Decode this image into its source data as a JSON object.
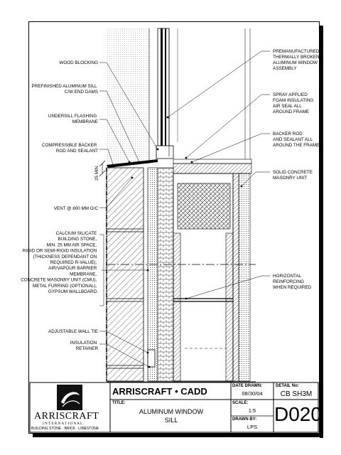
{
  "labels": {
    "left": [
      {
        "lines": [
          "WOOD BLOCKING"
        ]
      },
      {
        "lines": [
          "PREFINISHED ALUMINUM SILL",
          "C/W END DAMS"
        ]
      },
      {
        "lines": [
          "UNDERSILL FLASHING",
          "MEMBRANE"
        ]
      },
      {
        "lines": [
          "COMPRESSIBLE BACKER",
          "ROD AND SEALANT"
        ]
      },
      {
        "lines": [
          "VENT @ 800 MM O/C"
        ]
      },
      {
        "lines": [
          "CALCIUM SILICATE",
          "BUILDING STONE,",
          "MIN. 25 MM AIR SPACE,",
          "RIGID OR SEMI-RIGID INSULATION",
          "(THICKNESS DEPENDANT ON",
          "REQUIRED R-VALUE),",
          "AIR/VAPOUR BARRIER",
          "MEMBRANE,",
          "CONCRETE MASONRY UNIT (CMU),",
          "METAL FURRING (OPTIONAL),",
          "GYPSUM WALLBOARD."
        ]
      },
      {
        "lines": [
          "ADJUSTABLE WALL TIE"
        ]
      },
      {
        "lines": [
          "INSULATION",
          "RETAINER"
        ]
      }
    ],
    "right": [
      {
        "lines": [
          "PREMANUFACTURED",
          "THERMALLY BROKEN",
          "ALUMINUM WINDOW",
          "ASSEMBLY"
        ]
      },
      {
        "lines": [
          "SPRAY APPLIED",
          "FOAM INSULATING",
          "AIR SEAL ALL",
          "AROUND FRAME"
        ]
      },
      {
        "lines": [
          "BACKER ROD",
          "AND SEALANT ALL",
          "AROUND THE FRAME"
        ]
      },
      {
        "lines": [
          "SOLID CONCRETE",
          "MASONRY UNIT"
        ]
      },
      {
        "lines": [
          "HORIZONTAL",
          "REINFORCING",
          "WHEN REQUIRED"
        ]
      }
    ],
    "dimension": "25 MIN."
  },
  "title_block": {
    "company": "ARRISCRAFT • CADD",
    "title_label": "TITLE:",
    "title_line1": "ALUMINUM WINDOW",
    "title_line2": "SILL",
    "date_label": "DATE DRAWN:",
    "date_value": "08/30/04",
    "scale_label": "SCALE:",
    "scale_value": "1:5",
    "drawn_label": "DRAWN BY:",
    "drawn_value": "LPS",
    "detail_label": "DETAIL No:",
    "detail_series": "CB SH3M",
    "detail_number": "D020",
    "logo_name": "ARRISCRAFT",
    "logo_sub": "I N T E R N A T I O N A L",
    "logo_tagline": "BUILDING STONE · BRICK · LIMESTONE",
    "logo_icon": "arriscraft-swoosh-icon"
  }
}
